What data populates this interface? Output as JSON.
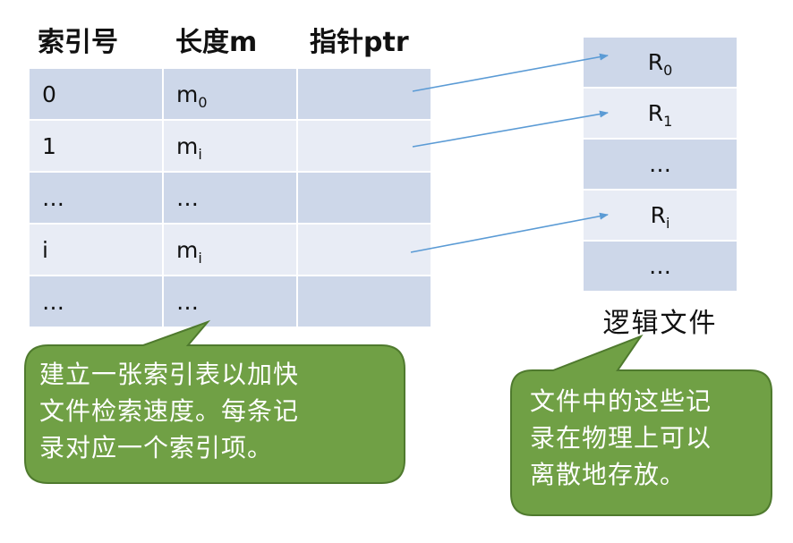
{
  "index_table": {
    "headers": [
      "索引号",
      "长度m",
      "指针ptr"
    ],
    "rows": [
      {
        "index": "0",
        "len_base": "m",
        "len_sub": "0",
        "ptr": ""
      },
      {
        "index": "1",
        "len_base": "m",
        "len_sub": "i",
        "ptr": ""
      },
      {
        "index": "…",
        "len_base": "…",
        "len_sub": "",
        "ptr": ""
      },
      {
        "index": "i",
        "len_base": "m",
        "len_sub": "i",
        "ptr": ""
      },
      {
        "index": "…",
        "len_base": "…",
        "len_sub": "",
        "ptr": ""
      }
    ]
  },
  "logical_file": {
    "records": [
      {
        "base": "R",
        "sub": "0"
      },
      {
        "base": "R",
        "sub": "1"
      },
      {
        "base": "…",
        "sub": ""
      },
      {
        "base": "R",
        "sub": "i"
      },
      {
        "base": "…",
        "sub": ""
      }
    ],
    "caption": "逻辑文件"
  },
  "callouts": {
    "left": {
      "lines": [
        "建立一张索引表以加快",
        "文件检索速度。每条记",
        "录对应一个索引项。"
      ]
    },
    "right": {
      "lines": [
        "文件中的这些记",
        "录在物理上可以",
        "离散地存放。"
      ]
    }
  },
  "colors": {
    "callout_fill": "#70a045",
    "callout_stroke": "#4f7a2e",
    "arrow": "#5b9bd5",
    "row_dark": "#cdd7e9",
    "row_light": "#e8ecf5"
  }
}
